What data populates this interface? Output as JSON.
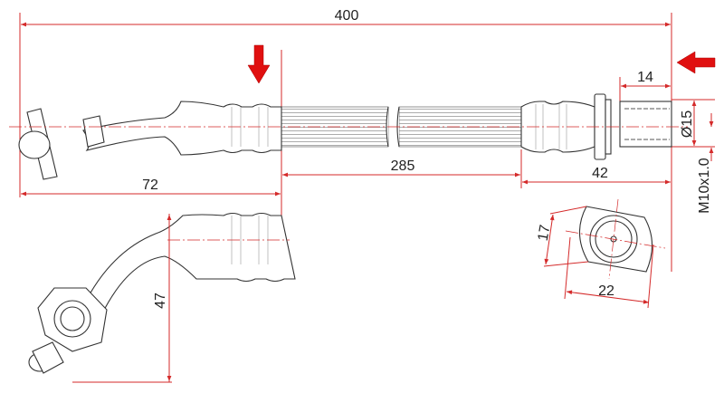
{
  "dimensions": {
    "overall_length": "400",
    "hose_length": "285",
    "left_fitting_length": "72",
    "thread_length": "14",
    "right_fitting_length": "42",
    "flange_diameter": "Ø15",
    "thread_spec": "M10x1.0",
    "nut_width_across_flats": "17",
    "nut_width_across_corners": "22",
    "elbow_offset": "47"
  },
  "colors": {
    "dimension": "#d42a2a",
    "arrow": "#e01010",
    "outline": "#333333"
  }
}
